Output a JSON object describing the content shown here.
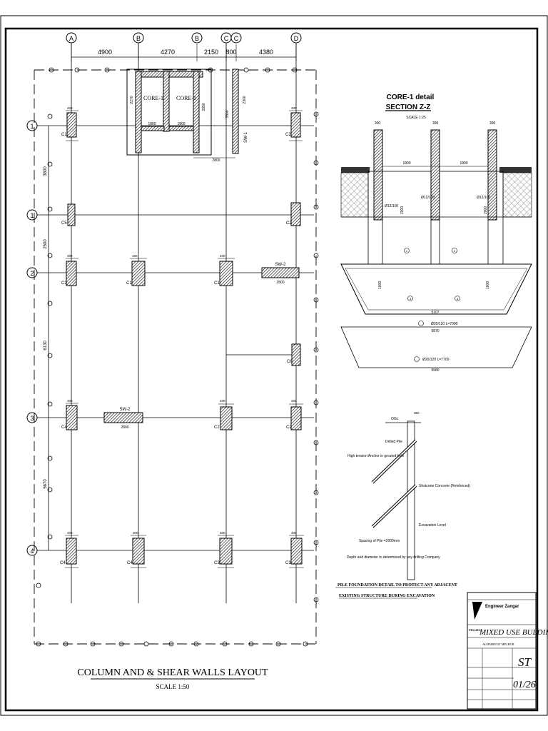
{
  "grid": {
    "axes_top": [
      "A",
      "B",
      "B",
      "C",
      "C",
      "D"
    ],
    "spans_top": [
      "4900",
      "4270",
      "2150",
      "800",
      "4380"
    ],
    "axes_left": [
      "1",
      "1",
      "2",
      "3",
      "4"
    ],
    "spans_left": [
      "3800",
      "2500",
      "6130",
      "5670"
    ]
  },
  "plan": {
    "cores": [
      "CORE-1",
      "CORE-1"
    ],
    "core_dims": [
      "2270",
      "1800",
      "1800",
      "2850",
      "2800",
      "3500",
      "2300"
    ],
    "columns": [
      "C1",
      "C2",
      "C5",
      "C2",
      "C3",
      "C1",
      "C1",
      "C6",
      "C2",
      "C2",
      "C4",
      "C4",
      "C4",
      "C3",
      "C3",
      "C4"
    ],
    "shear_walls": [
      "SW-1",
      "SW-2",
      "SW-2"
    ],
    "column_size_labels": [
      "200",
      "400",
      "300"
    ],
    "wall_dims": [
      "2800",
      "2800"
    ],
    "title": "COLUMN AND & SHEAR WALLS  LAYOUT",
    "scale": "SCALE 1:50"
  },
  "section": {
    "title": "CORE-1 detail",
    "subtitle": "SECTION Z-Z",
    "scale": "SCALE 1:25",
    "top_dims": [
      "300",
      "300",
      "300"
    ],
    "spans": [
      "1800",
      "1800"
    ],
    "rebar": [
      "Ø12/100",
      "Ø12/100",
      "Ø12/100"
    ],
    "heights": [
      "2000",
      "2000",
      "1000",
      "1000"
    ],
    "markers": [
      "1",
      "2",
      "3",
      "4"
    ],
    "bottom_width": "5107",
    "bar1": "Ø20/120 L=7000",
    "bar1_len": "6870",
    "bar2": "Ø20/120 L=7700",
    "bar2_len": "5580"
  },
  "pile": {
    "ogl": "OGL",
    "dim": "350",
    "drilled_pile": "Drilled Pile",
    "anchor": "High tension Anchor\nin grouted hole",
    "shotcrete": "Shotcrete Concrete\n(Reinforced)",
    "excavation": "Excavation Level",
    "spacing": "Spacing of Pile =2000mm",
    "depth": "Depth and diameter to determined\nby any drilling Company",
    "title_line1": "PILE FOUNDATION DETAIL TO PROTECT ANY ADJACENT",
    "title_line2": "EXISTING STRUCTURE DURING EXCAVATION"
  },
  "titleblock": {
    "company": "Engineer Zangar",
    "project_label": "PROJECT",
    "project": "MIXED USE BULDING",
    "client": "ALMAHDI ST MELBUR",
    "sheet_code": "ST",
    "sheet_no": "01/26"
  }
}
